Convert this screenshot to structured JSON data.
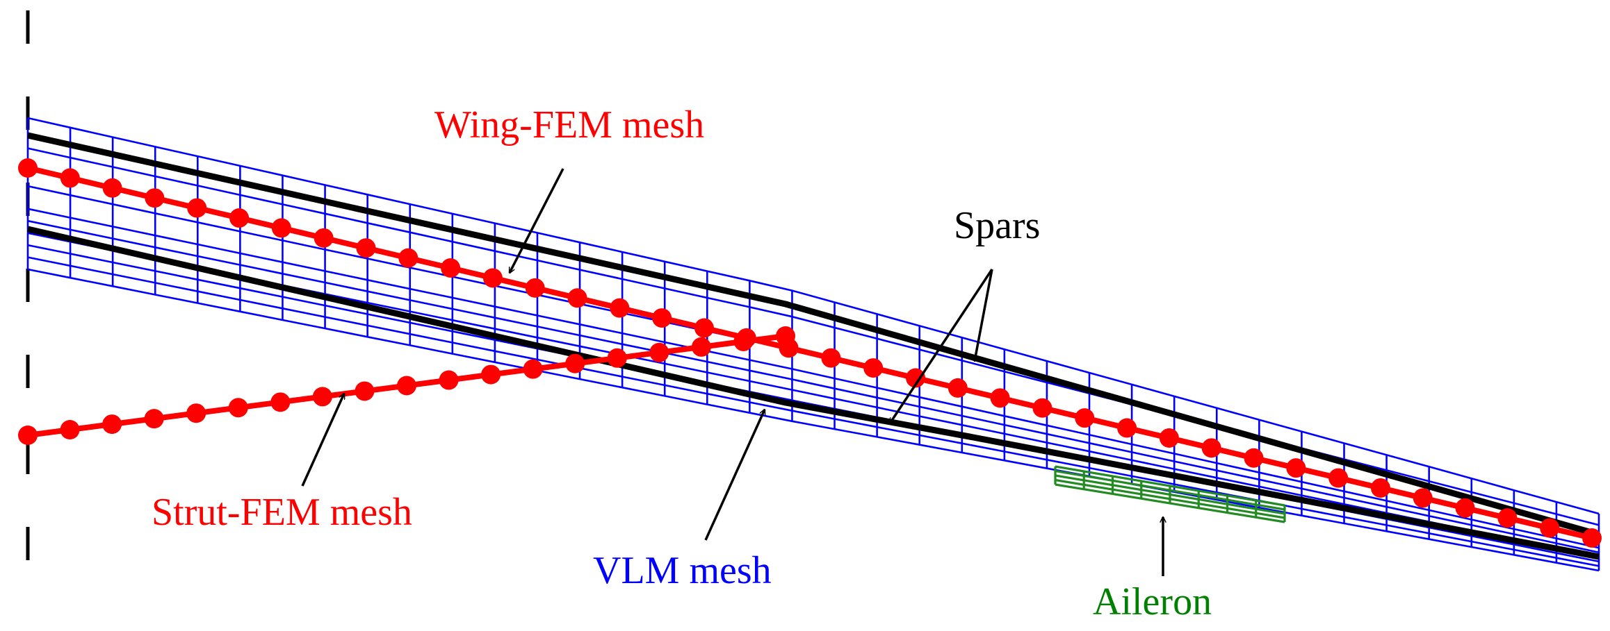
{
  "labels": {
    "wing_fem": "Wing-FEM mesh",
    "spars": "Spars",
    "strut_fem": "Strut-FEM mesh",
    "vlm": "VLM mesh",
    "aileron": "Aileron"
  },
  "colors": {
    "wing_fem": "#ff0000",
    "spars": "#000000",
    "strut_fem": "#ff0000",
    "vlm": "#0000ff",
    "aileron": "#008000",
    "fem_nodes": "#ff0000",
    "vlm_mesh": "#0000ff",
    "aileron_mesh": "#228b22"
  },
  "components": [
    "symmetry-plane",
    "vlm-mesh",
    "aileron-mesh",
    "front-spar",
    "rear-spar",
    "wing-fem-beam",
    "strut-fem-beam"
  ]
}
